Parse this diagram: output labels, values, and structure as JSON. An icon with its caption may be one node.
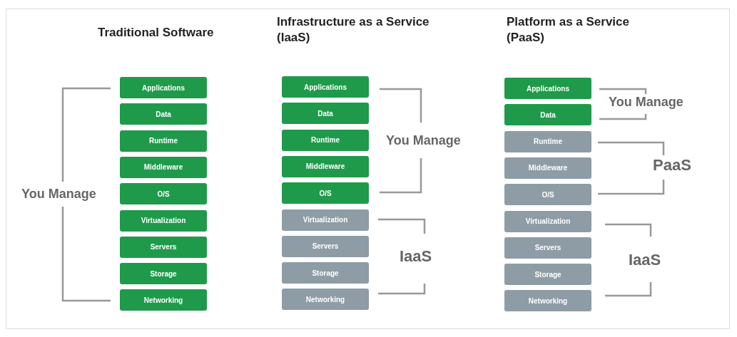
{
  "diagram": {
    "nodes": [
      {
        "text": [
          "Applications"
        ]
      },
      {
        "text": [
          "Data"
        ]
      },
      {
        "text": [
          "Runtime"
        ]
      },
      {
        "text": [
          "Middleware"
        ]
      },
      {
        "text": [
          "O/S"
        ]
      },
      {
        "text": [
          "Virtualization"
        ]
      },
      {
        "text": [
          "Servers"
        ]
      },
      {
        "text": [
          "Storage"
        ]
      },
      {
        "text": [
          "Networking"
        ]
      },
      {
        "text": [
          "Applications"
        ]
      },
      {
        "text": [
          "Data"
        ]
      },
      {
        "text": [
          "Runtime"
        ]
      },
      {
        "text": [
          "Middleware"
        ]
      },
      {
        "text": [
          "O/S"
        ]
      },
      {
        "text": [
          "Virtualization"
        ]
      },
      {
        "text": [
          "Servers"
        ]
      },
      {
        "text": [
          "Storage"
        ]
      },
      {
        "text": [
          "Networking"
        ]
      },
      {
        "text": [
          "Applications"
        ]
      },
      {
        "text": [
          "Data"
        ]
      },
      {
        "text": [
          "Runtime"
        ]
      },
      {
        "text": [
          "Middleware"
        ]
      },
      {
        "text": [
          "O/S"
        ]
      },
      {
        "text": [
          "Virtualization"
        ]
      },
      {
        "text": [
          "Servers"
        ]
      },
      {
        "text": [
          "Storage"
        ]
      },
      {
        "text": [
          "Networking"
        ]
      }
    ],
    "labels": [
      "Traditional Software",
      "Infrastructure as a Service (IaaS)",
      "Platform as a Service (PaaS)",
      "You Manage",
      "You Manage",
      "PaaS",
      "You Manage",
      "IaaS",
      "IaaS"
    ]
  }
}
